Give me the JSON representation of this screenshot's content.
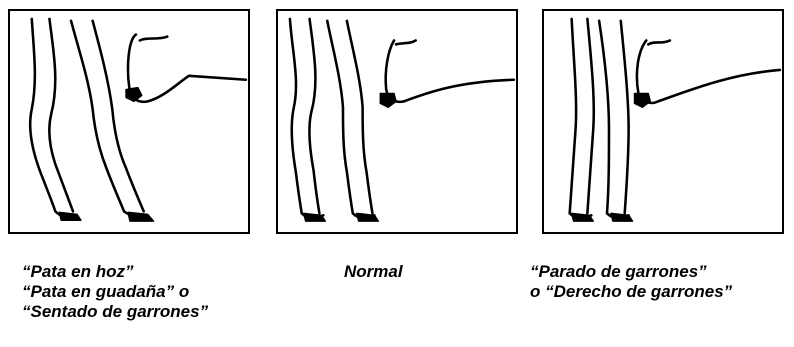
{
  "panels": [
    {
      "id": "sickle-hocked",
      "caption_lines": [
        "“Pata en hoz”",
        "“Pata en guadaña” o",
        "“Sentado de garrones”"
      ]
    },
    {
      "id": "normal",
      "caption_lines": [
        "Normal"
      ]
    },
    {
      "id": "post-legged",
      "caption_lines": [
        "“Parado de garrones”",
        "o “Derecho de garrones”"
      ]
    }
  ]
}
